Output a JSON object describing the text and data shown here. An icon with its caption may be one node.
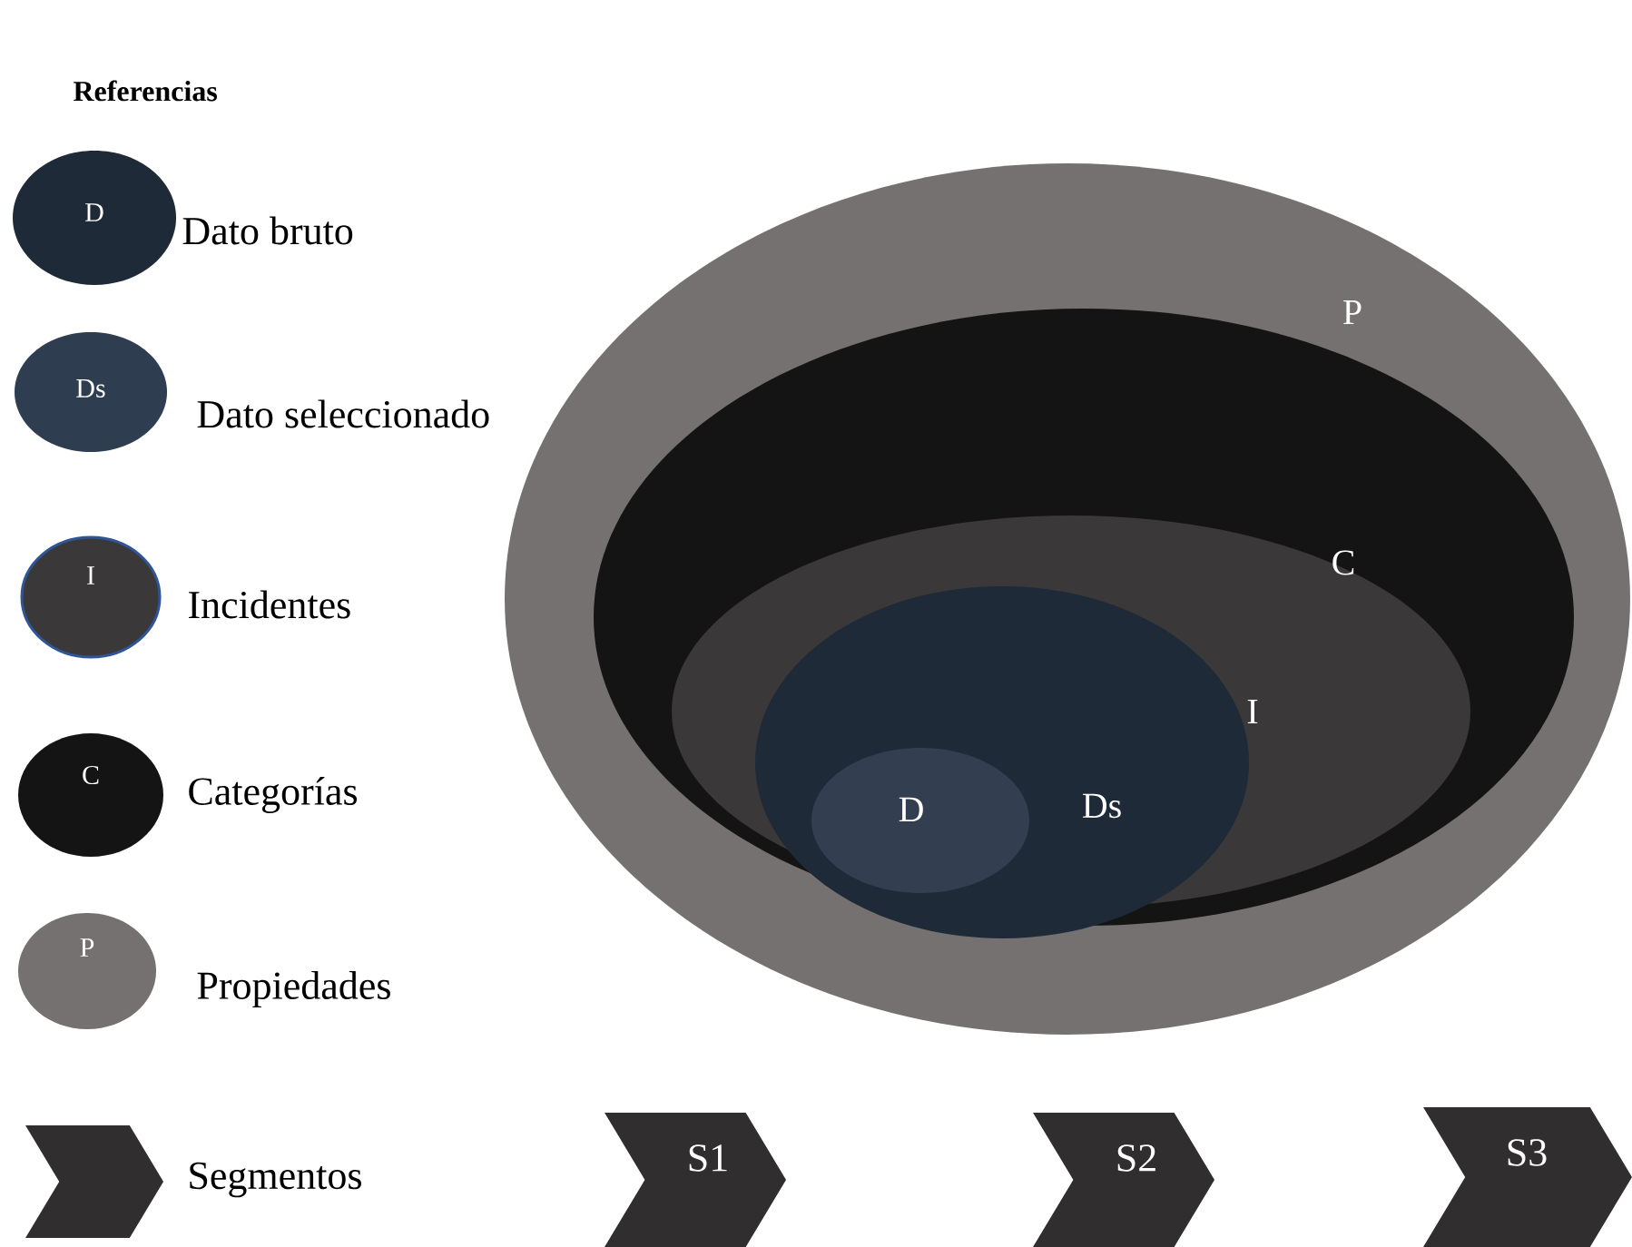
{
  "diagram": {
    "title": "Referencias",
    "nodes": [
      {
        "text": [
          "D"
        ],
        "beside": [
          "Dato bruto"
        ]
      },
      {
        "text": [
          "Ds"
        ],
        "beside": [
          "Dato seleccionado"
        ]
      },
      {
        "text": [
          "I"
        ],
        "beside": [
          "Incidentes"
        ]
      },
      {
        "text": [
          "C"
        ],
        "beside": [
          "Categorías"
        ]
      },
      {
        "text": [
          "P"
        ],
        "beside": [
          "Propiedades"
        ]
      },
      {
        "text": [],
        "shape": "chevron",
        "beside": [
          "Segmentos"
        ]
      },
      {
        "text": [
          "P"
        ]
      },
      {
        "text": [
          "C"
        ],
        "in": 6
      },
      {
        "text": [
          "I"
        ],
        "in": 7
      },
      {
        "text": [
          "Ds"
        ],
        "in": 8
      },
      {
        "text": [
          "D"
        ],
        "in": 9
      },
      {
        "text": [
          "S1"
        ]
      },
      {
        "text": [
          "S2"
        ]
      },
      {
        "text": [
          "S3"
        ]
      }
    ]
  }
}
